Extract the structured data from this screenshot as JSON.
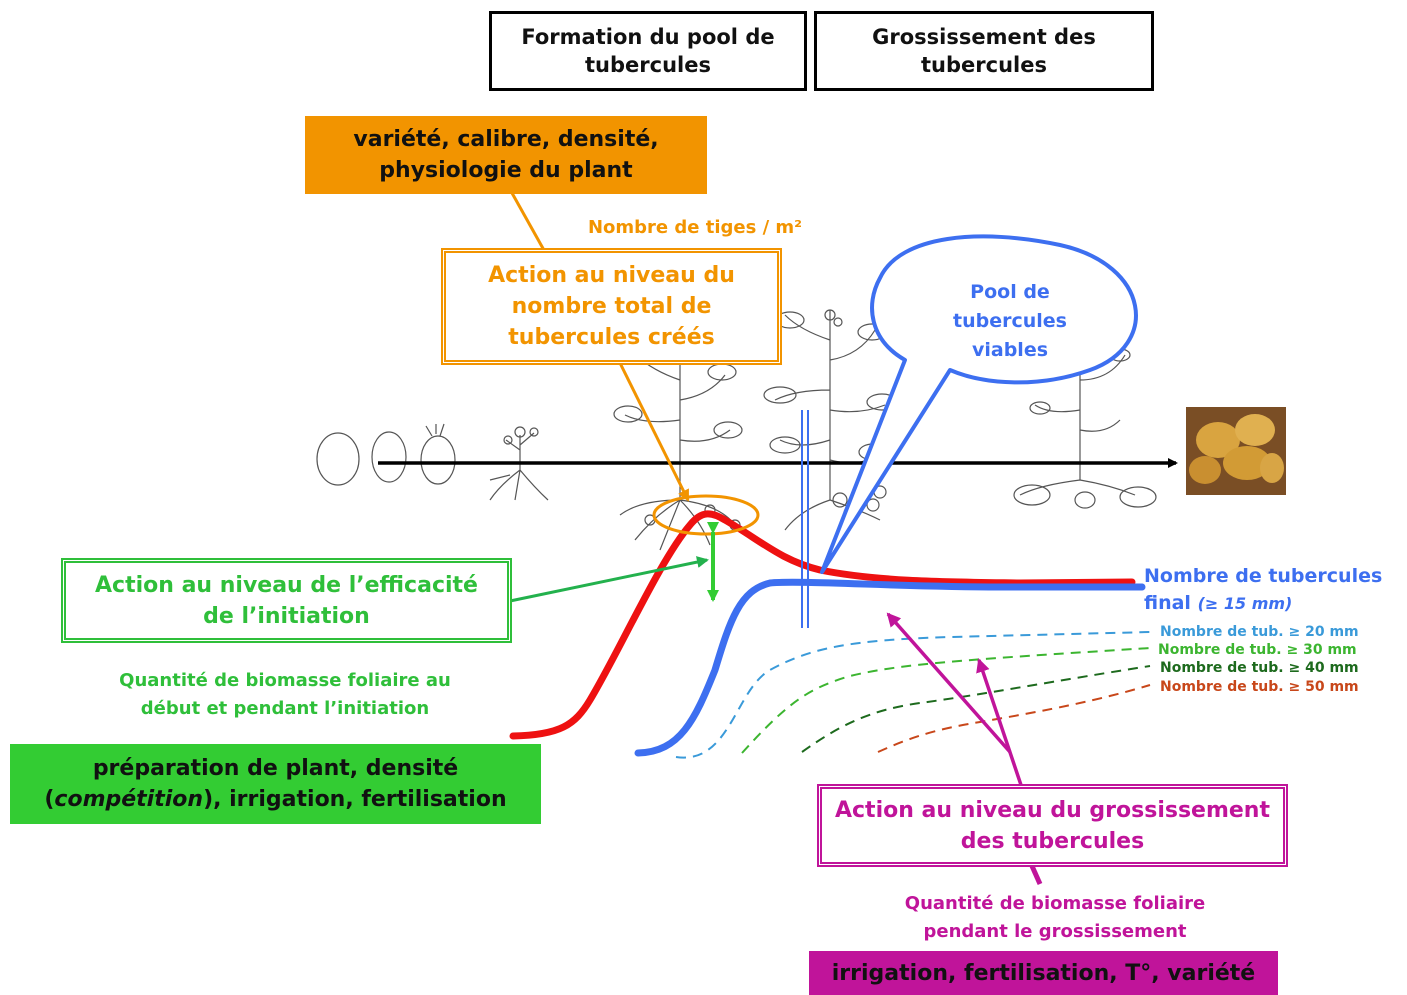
{
  "headers": {
    "formation": "Formation du pool de\ntubercules",
    "grossissement": "Grossissement des\ntubercules"
  },
  "factors": {
    "plant": "variété, calibre, densité,\nphysiologie du plant",
    "initiation_top": "préparation de plant, densité",
    "initiation_italic": "compétition",
    "initiation_rest": "), irrigation, fertilisation",
    "initiation_paren": "(",
    "bulking": "irrigation, fertilisation, T°, variété"
  },
  "labels": {
    "stems": "Nombre de tiges / m²",
    "initiation_biomass": "Quantité de biomasse foliaire au\ndébut et pendant l’initiation",
    "bulking_biomass": "Quantité de biomasse foliaire\npendant le grossissement"
  },
  "actions": {
    "total": "Action au niveau du\nnombre total de\ntubercules créés",
    "efficiency": "Action au niveau de l’efficacité\nde l’initiation",
    "bulking": "Action au niveau du grossissement\ndes tubercules"
  },
  "callout": "Pool de\ntubercules\nviables",
  "final_count": {
    "label": "Nombre de tubercules",
    "label2": "final",
    "qualifier": "(≥ 15 mm)"
  },
  "size_classes": [
    {
      "text": "Nombre de tub. ≥  20 mm",
      "color": "#3a9ad9"
    },
    {
      "text": "Nombre de tub. ≥  30 mm",
      "color": "#3cb530"
    },
    {
      "text": "Nombre de tub. ≥  40 mm",
      "color": "#1d6a1d"
    },
    {
      "text": "Nombre de tub. ≥  50 mm",
      "color": "#c8471a"
    }
  ],
  "colors": {
    "orange": "#f29400",
    "green": "#2fbf3a",
    "bright_green": "#33cc33",
    "magenta": "#c0149a",
    "blue": "#3d6ff0",
    "red": "#ee1111"
  }
}
